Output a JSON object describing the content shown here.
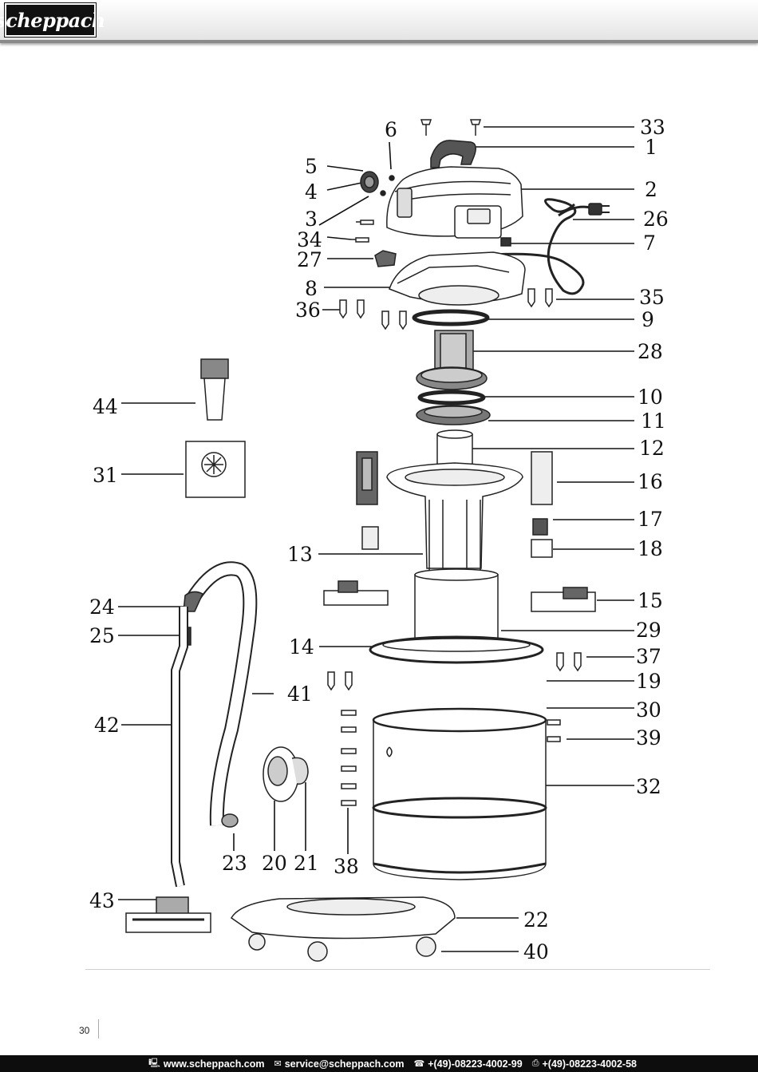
{
  "header": {
    "brand": "scheppach"
  },
  "diagram": {
    "callouts": [
      "1",
      "2",
      "3",
      "4",
      "5",
      "6",
      "7",
      "8",
      "9",
      "10",
      "11",
      "12",
      "13",
      "14",
      "15",
      "16",
      "17",
      "18",
      "19",
      "20",
      "21",
      "22",
      "23",
      "24",
      "25",
      "26",
      "27",
      "28",
      "29",
      "30",
      "31",
      "32",
      "33",
      "34",
      "35",
      "36",
      "37",
      "38",
      "39",
      "40",
      "41",
      "42",
      "43",
      "44"
    ]
  },
  "page": {
    "number": "30"
  },
  "footer": {
    "web": {
      "icon": "computer-icon",
      "text": "www.scheppach.com"
    },
    "email": {
      "icon": "email-icon",
      "text": "service@scheppach.com"
    },
    "phone": {
      "icon": "phone-icon",
      "text": "+(49)-08223-4002-99"
    },
    "fax": {
      "icon": "fax-icon",
      "text": "+(49)-08223-4002-58"
    }
  }
}
